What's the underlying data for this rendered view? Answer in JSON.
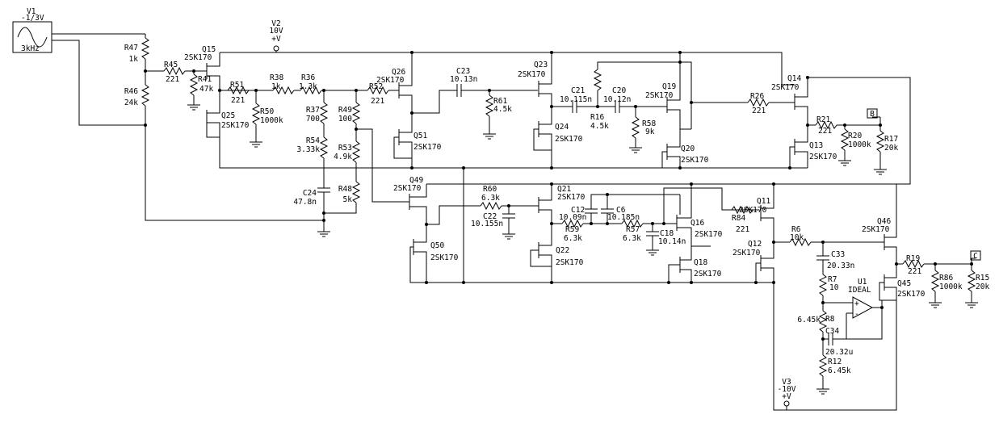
{
  "components": {
    "V1": {
      "name": "V1",
      "value": "-1/3V",
      "freq": "3kHz"
    },
    "V2": {
      "name": "V2",
      "value": "10V",
      "sign": "+V"
    },
    "V3": {
      "name": "V3",
      "value": "-10V",
      "sign": "+V"
    },
    "R47": {
      "name": "R47",
      "value": "1k"
    },
    "R46": {
      "name": "R46",
      "value": "24k"
    },
    "R45": {
      "name": "R45",
      "value": "221"
    },
    "R41": {
      "name": "R41",
      "value": "47k"
    },
    "Q15": {
      "name": "Q15",
      "value": "2SK170"
    },
    "Q25": {
      "name": "Q25",
      "value": "2SK170"
    },
    "R51": {
      "name": "R51",
      "value": "221"
    },
    "R50": {
      "name": "R50",
      "value": "1000k"
    },
    "R38": {
      "name": "R38",
      "value": "1k"
    },
    "R36": {
      "name": "R36",
      "value": "1.3k"
    },
    "R37": {
      "name": "R37",
      "value": "700"
    },
    "R54": {
      "name": "R54",
      "value": "3.33k"
    },
    "R49": {
      "name": "R49",
      "value": "100"
    },
    "R53": {
      "name": "R53",
      "value": "4.9k"
    },
    "R48": {
      "name": "R48",
      "value": "5k"
    },
    "C24": {
      "name": "C24",
      "value": "47.8n"
    },
    "R52": {
      "name": "R52",
      "value": "221"
    },
    "Q26": {
      "name": "Q26",
      "value": "2SK170"
    },
    "Q51": {
      "name": "Q51",
      "value": "2SK170"
    },
    "C23": {
      "name": "C23",
      "value": "10.13n"
    },
    "R61": {
      "name": "R61",
      "value": "4.5k"
    },
    "Q23": {
      "name": "Q23",
      "value": "2SK170"
    },
    "Q24": {
      "name": "Q24",
      "value": "2SK170"
    },
    "C21": {
      "name": "C21",
      "value": "10.115n"
    },
    "C20": {
      "name": "C20",
      "value": "10.12n"
    },
    "R16": {
      "name": "R16",
      "value": "4.5k"
    },
    "R58": {
      "name": "R58",
      "value": "9k"
    },
    "Q19": {
      "name": "Q19",
      "value": "2SK170"
    },
    "Q20": {
      "name": "Q20",
      "value": "2SK170"
    },
    "R26": {
      "name": "R26",
      "value": "221"
    },
    "Q14": {
      "name": "Q14",
      "value": "2SK170"
    },
    "Q13": {
      "name": "Q13",
      "value": "2SK170"
    },
    "R21": {
      "name": "R21",
      "value": "221"
    },
    "R20": {
      "name": "R20",
      "value": "1000k"
    },
    "R17": {
      "name": "R17",
      "value": "20k"
    },
    "Q49": {
      "name": "Q49",
      "value": "2SK170"
    },
    "Q50": {
      "name": "Q50",
      "value": "2SK170"
    },
    "R60": {
      "name": "R60",
      "value": "6.3k"
    },
    "C22": {
      "name": "C22",
      "value": "10.155n"
    },
    "Q21": {
      "name": "Q21",
      "value": "2SK170"
    },
    "Q22": {
      "name": "Q22",
      "value": "2SK170"
    },
    "C12": {
      "name": "C12",
      "value": "10.09n"
    },
    "C6": {
      "name": "C6",
      "value": "10.185n"
    },
    "R59": {
      "name": "R59",
      "value": "6.3k"
    },
    "R57": {
      "name": "R57",
      "value": "6.3k"
    },
    "C18": {
      "name": "C18",
      "value": "10.14n"
    },
    "Q16": {
      "name": "Q16",
      "value": "2SK170"
    },
    "Q18": {
      "name": "Q18",
      "value": "2SK170"
    },
    "R84": {
      "name": "R84",
      "value": "221"
    },
    "Q11": {
      "name": "Q11",
      "value": "2SK170"
    },
    "Q12": {
      "name": "Q12",
      "value": "2SK170"
    },
    "R6": {
      "name": "R6",
      "value": "10k"
    },
    "C33": {
      "name": "C33",
      "value": "20.33n"
    },
    "R7": {
      "name": "R7",
      "value": "10"
    },
    "U1": {
      "name": "U1",
      "value": "IDEAL"
    },
    "R8": {
      "name": "R8",
      "value": "6.45k"
    },
    "C34": {
      "name": "C34",
      "value": "20.32u"
    },
    "R12": {
      "name": "R12",
      "value": "6.45k"
    },
    "Q46": {
      "name": "Q46",
      "value": "2SK170"
    },
    "Q45": {
      "name": "Q45",
      "value": "2SK170"
    },
    "R19": {
      "name": "R19",
      "value": "221"
    },
    "R86": {
      "name": "R86",
      "value": "1000k"
    },
    "R15": {
      "name": "R15",
      "value": "20k"
    }
  },
  "probes": {
    "B": "B",
    "C": "C"
  },
  "opamp_signs": {
    "plus": "+",
    "minus": "-"
  }
}
